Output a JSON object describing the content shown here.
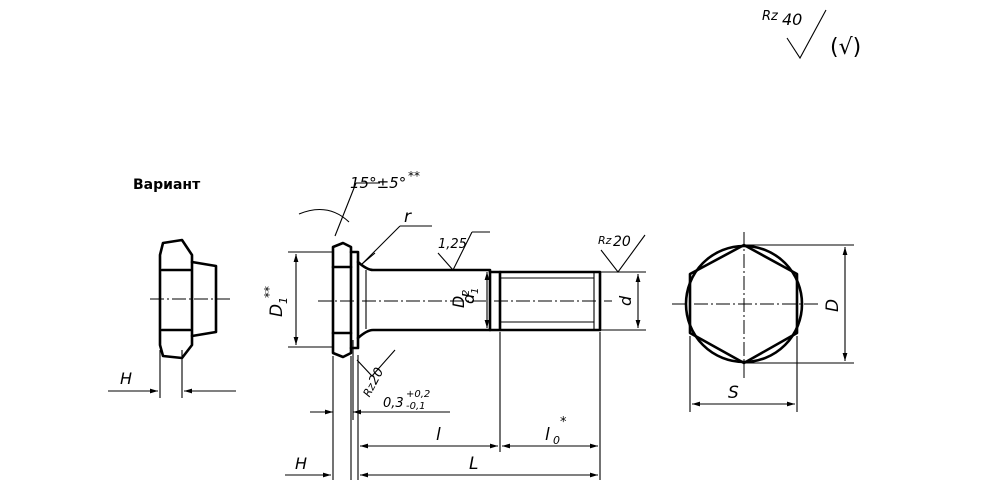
{
  "roughness_general": {
    "symbol": "Rz",
    "value": "40",
    "bracket_mark": "(√)"
  },
  "variant_label": "Вариант",
  "labels": {
    "H": "H",
    "D1": "D",
    "D1_sub": "1",
    "D1_stars": "**",
    "D2": "D",
    "D2_sub": "2",
    "D": "D",
    "d": "d",
    "d1": "d",
    "d1_sub": "1",
    "S": "S",
    "l": "l",
    "l0": "l",
    "l0_sub": "0",
    "l0_star": "*",
    "L": "L",
    "r": "r"
  },
  "angle_tolerance": {
    "text": "15°±5°",
    "stars": "**"
  },
  "fillet_tolerance": {
    "base": "0,3",
    "upper": "+0,2",
    "lower": "-0,1"
  },
  "roughness_marks": [
    {
      "symbol": "",
      "value": "1,25"
    },
    {
      "symbol": "Rz",
      "value": "20"
    },
    {
      "symbol": "Rz",
      "value": "20"
    }
  ]
}
